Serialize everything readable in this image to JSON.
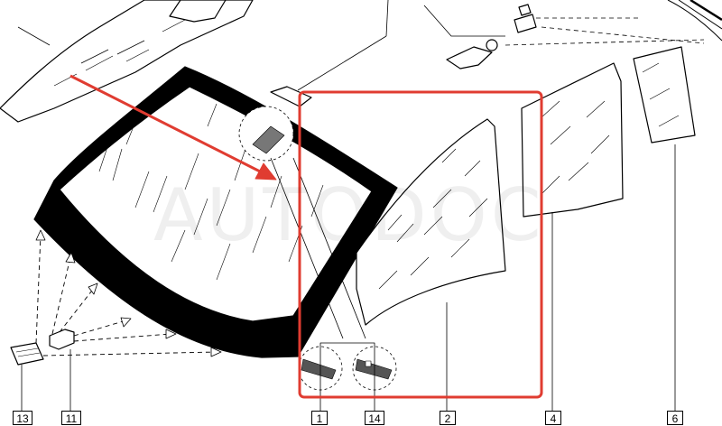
{
  "watermark": {
    "text": "AUTODOC"
  },
  "callouts": [
    {
      "id": "13",
      "label": "13"
    },
    {
      "id": "11",
      "label": "11"
    },
    {
      "id": "1",
      "label": "1"
    },
    {
      "id": "14",
      "label": "14"
    },
    {
      "id": "2",
      "label": "2"
    },
    {
      "id": "4",
      "label": "4"
    },
    {
      "id": "6",
      "label": "6"
    }
  ],
  "colors": {
    "line": "#000000",
    "highlight": "#e03c31",
    "fill": "#ffffff"
  }
}
